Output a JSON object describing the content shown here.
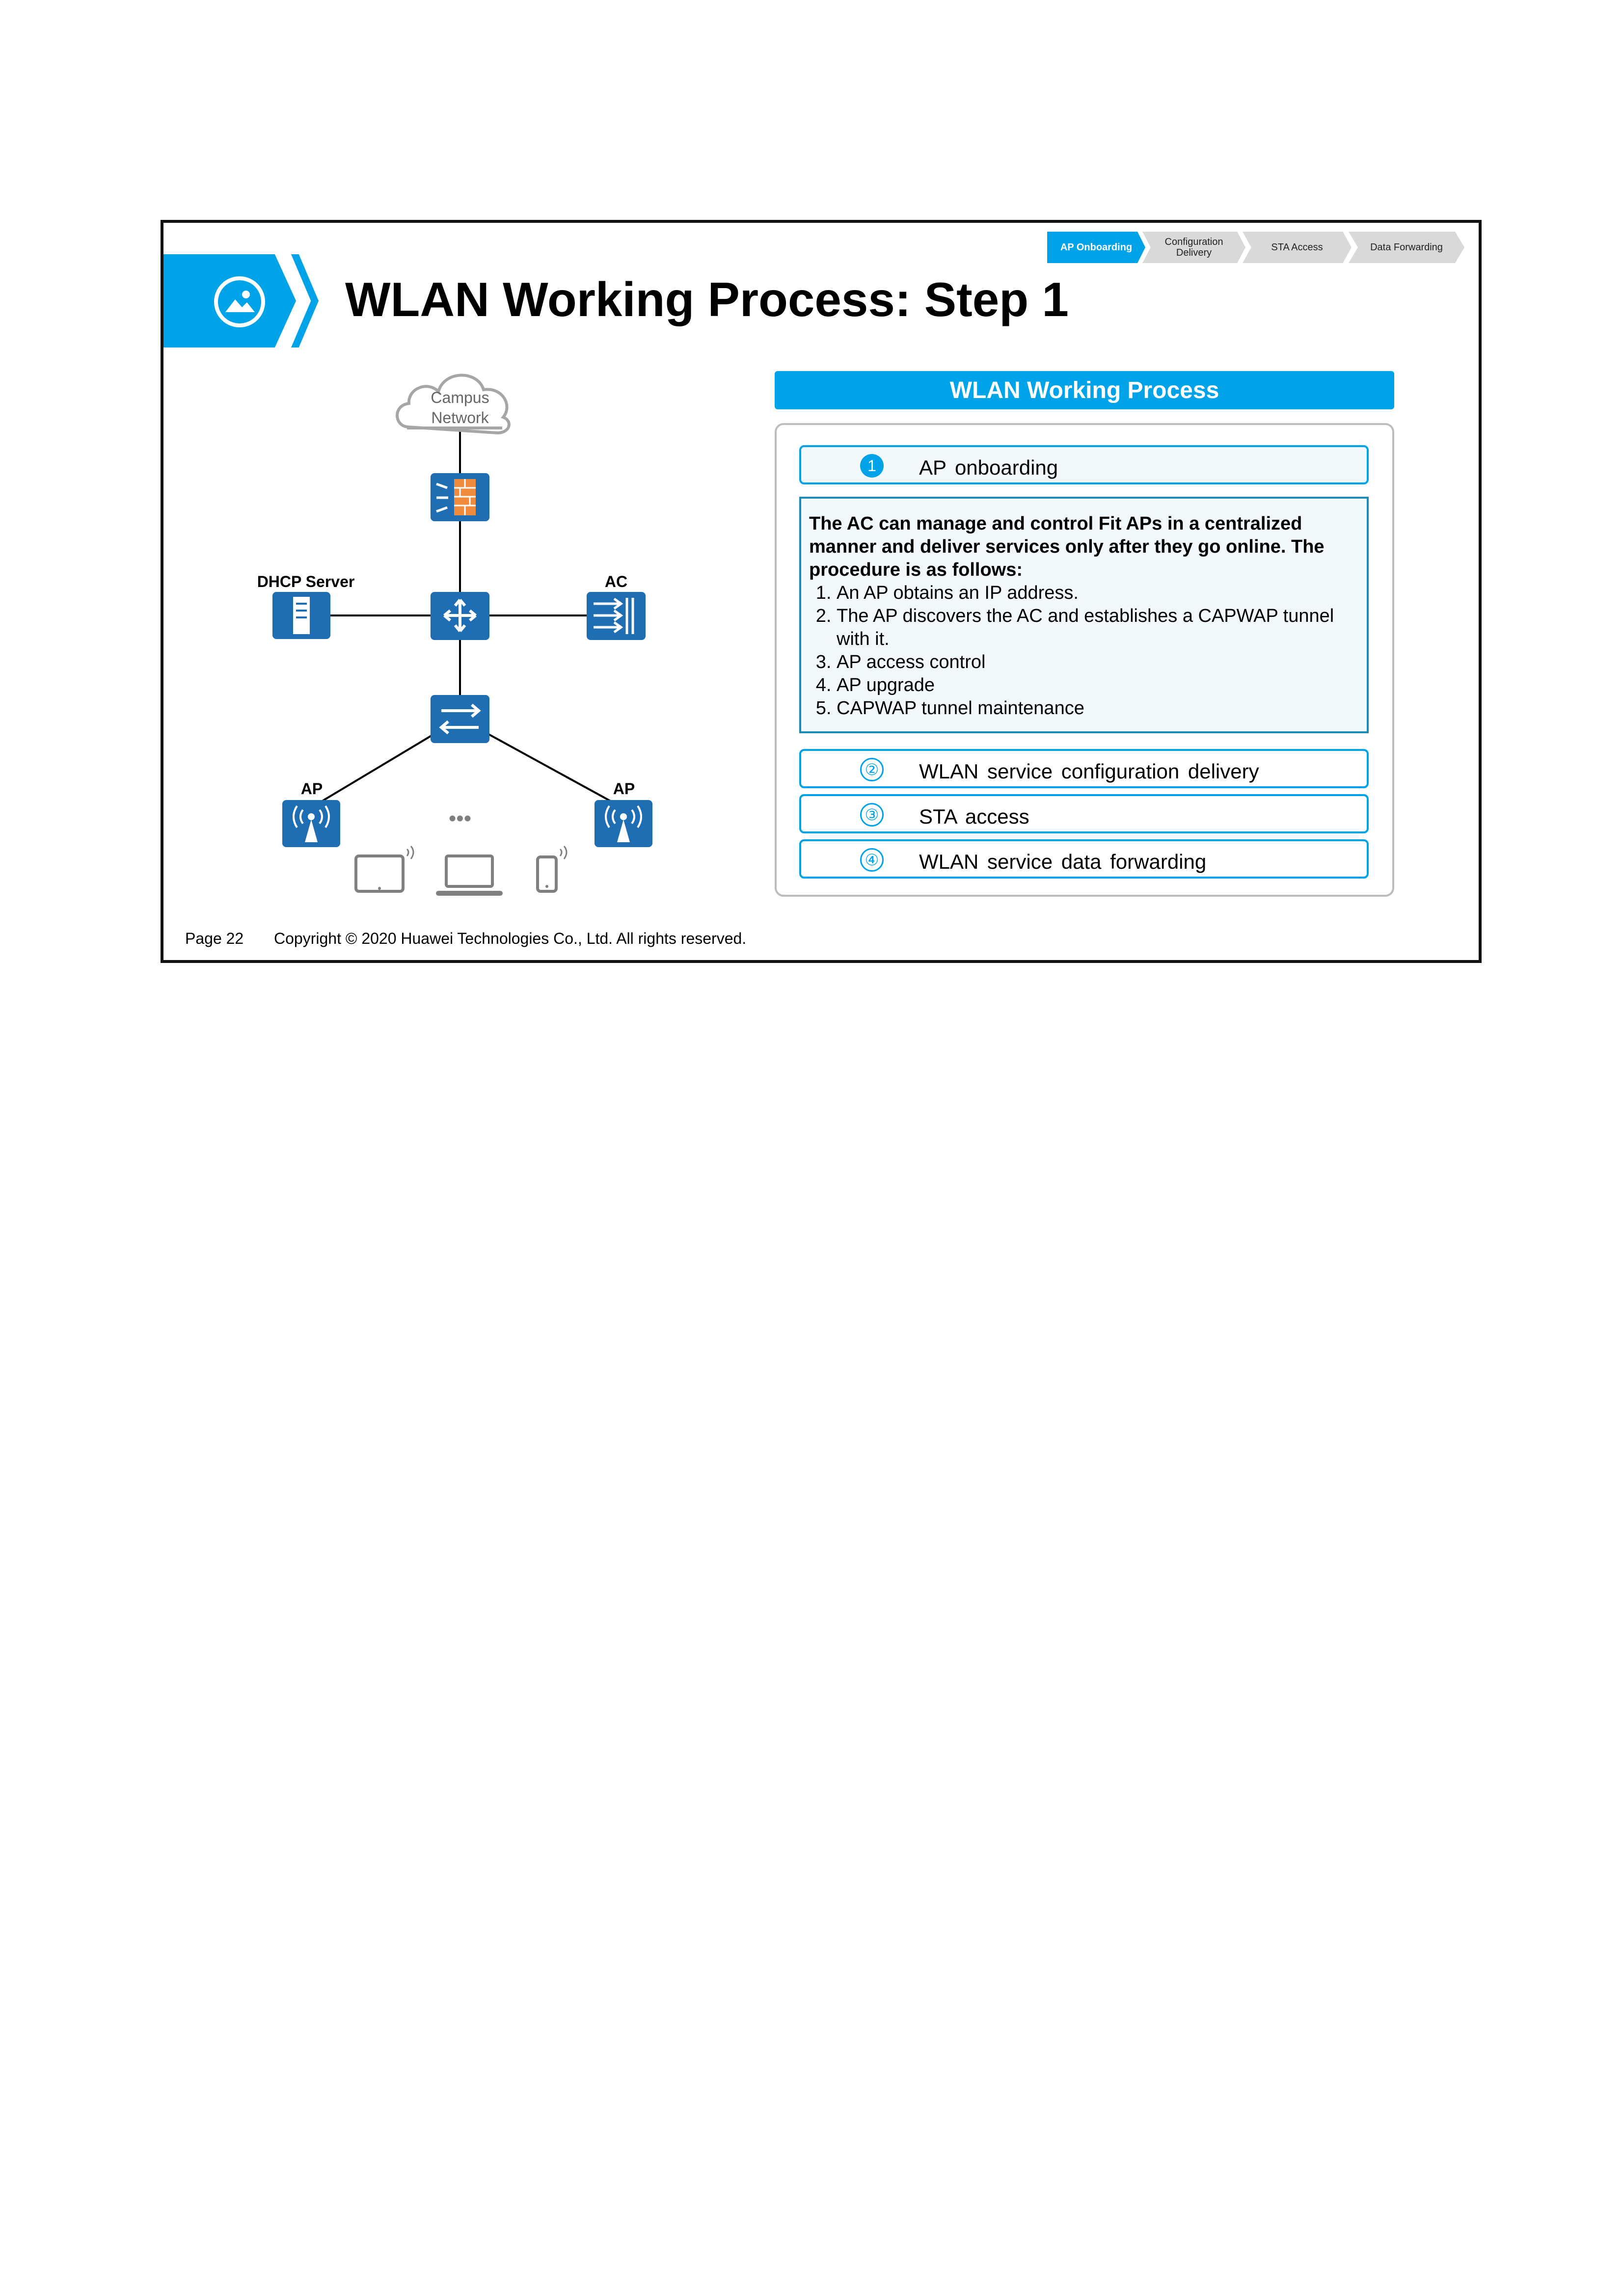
{
  "breadcrumb": [
    {
      "label": "AP Onboarding",
      "active": true
    },
    {
      "label": "Configuration Delivery",
      "active": false
    },
    {
      "label": "STA Access",
      "active": false
    },
    {
      "label": "Data Forwarding",
      "active": false
    }
  ],
  "title": "WLAN Working Process: Step 1",
  "title_icon": "image-icon",
  "diagram": {
    "cloud_label_line1": "Campus",
    "cloud_label_line2": "Network",
    "dhcp_label": "DHCP Server",
    "ac_label": "AC",
    "ap_left_label": "AP",
    "ap_right_label": "AP",
    "ellipsis": "•••"
  },
  "panel": {
    "header": "WLAN Working Process",
    "steps": [
      {
        "num": "1",
        "label": "AP onboarding",
        "active": true
      },
      {
        "num": "②",
        "label": "WLAN service configuration delivery",
        "active": false
      },
      {
        "num": "③",
        "label": "STA access",
        "active": false
      },
      {
        "num": "④",
        "label": "WLAN service data forwarding",
        "active": false
      }
    ],
    "detail": {
      "intro": "The AC can manage and control Fit APs in a centralized manner and deliver services only after they go online. The procedure is as follows:",
      "items": [
        "An AP obtains an IP address.",
        "The AP discovers the AC and establishes a CAPWAP tunnel with it.",
        "AP access control",
        "AP upgrade",
        "CAPWAP tunnel maintenance"
      ]
    }
  },
  "footer": {
    "page": "Page 22",
    "copyright": "Copyright © 2020 Huawei Technologies Co., Ltd. All rights reserved."
  },
  "colors": {
    "accent": "#00a3e8",
    "device_blue": "#1f6db3",
    "firewall_orange": "#f08a3c"
  }
}
